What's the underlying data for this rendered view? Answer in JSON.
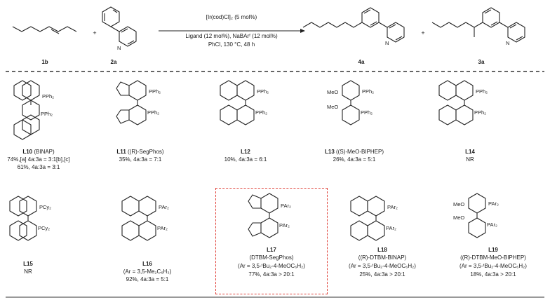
{
  "colors": {
    "highlight": "#e0423a",
    "ink": "#222222"
  },
  "scheme": {
    "reactant1_id": "1b",
    "reactant2_id": "2a",
    "product1_id": "4a",
    "product2_id": "3a",
    "plus": "+",
    "N": "N",
    "cond1": "[Ir(cod)Cl]₂ (5 mol%)",
    "cond2": "Ligand (12 mol%), NaBArᶠ (12 mol%)",
    "cond3": "PhCl, 130 °C, 48 h"
  },
  "ligands": [
    {
      "id": "L10",
      "name": "(BINAP)",
      "line2": "74%,[a] 4a:3a = 3:1[b],[c]",
      "line3": "61%, 4a:3a = 3:1",
      "lbl1": "PPh₂",
      "lbl2": "PPh₂"
    },
    {
      "id": "L11",
      "name": "((R)-SegPhos)",
      "line2": "35%, 4a:3a = 7:1",
      "line3": "",
      "lbl1": "PPh₂",
      "lbl2": "PPh₂"
    },
    {
      "id": "L12",
      "name": "",
      "line2": "10%, 4a:3a = 6:1",
      "line3": "",
      "lbl1": "PPh₂",
      "lbl2": "PPh₂"
    },
    {
      "id": "L13",
      "name": "((S)-MeO-BIPHEP)",
      "line2": "26%, 4a:3a = 5:1",
      "line3": "",
      "lbl1": "PPh₂",
      "lbl2": "PPh₂",
      "meo": "MeO"
    },
    {
      "id": "L14",
      "name": "",
      "line2": "NR",
      "line3": "",
      "lbl1": "PPh₂",
      "lbl2": "PPh₂"
    },
    {
      "id": "L15",
      "name": "",
      "line2": "NR",
      "line3": "",
      "lbl1": "PCy₂",
      "lbl2": "PCy₂"
    },
    {
      "id": "L16",
      "name": "",
      "line2": "(Ar = 3,5-Me₂C₆H₃)",
      "line3": "92%, 4a:3a = 5:1",
      "lbl1": "PAr₂",
      "lbl2": "PAr₂"
    },
    {
      "id": "L17",
      "name": "(DTBM-SegPhos)",
      "line2": "(Ar = 3,5-ᵗBu₂-4-MeOC₆H₂)",
      "line3": "77%, 4a:3a > 20:1",
      "lbl1": "PAr₂",
      "lbl2": "PAr₂"
    },
    {
      "id": "L18",
      "name": "((R)-DTBM-BINAP)",
      "line2": "(Ar = 3,5-ᵗBu₂-4-MeOC₆H₂)",
      "line3": "25%, 4a:3a > 20:1",
      "lbl1": "PAr₂",
      "lbl2": "PAr₂"
    },
    {
      "id": "L19",
      "name": "((R)-DTBM-MeO-BIPHEP)",
      "line2": "(Ar = 3,5-ᵗBu₂-4-MeOC₆H₂)",
      "line3": "18%, 4a:3a > 20:1",
      "lbl1": "PAr₂",
      "lbl2": "PAr₂",
      "meo": "MeO"
    }
  ]
}
